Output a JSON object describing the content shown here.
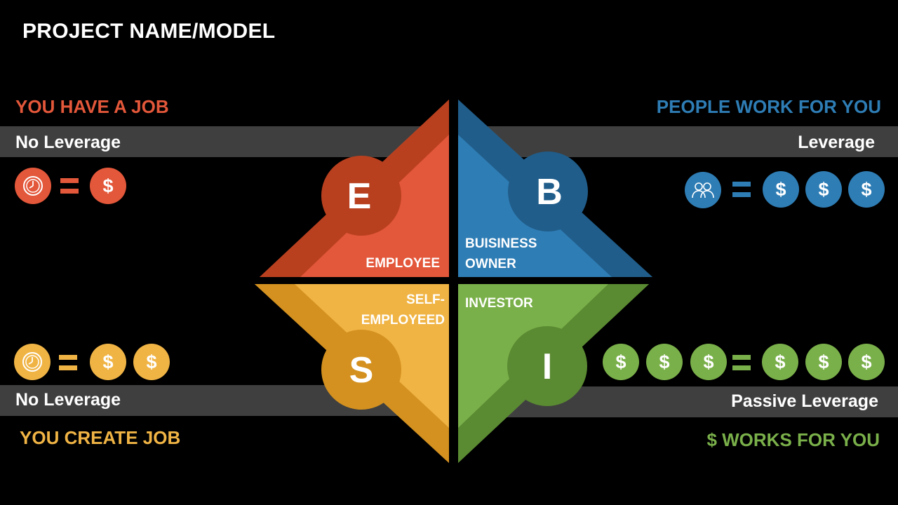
{
  "title": "PROJECT NAME/MODEL",
  "quadrants": {
    "e": {
      "letter": "E",
      "label": "EMPLOYEE",
      "heading": "YOU HAVE A JOB",
      "leverage": "No Leverage",
      "color": "#e3573a"
    },
    "b": {
      "letter": "B",
      "label_line1": "BUISINESS",
      "label_line2": "OWNER",
      "heading": "PEOPLE WORK FOR YOU",
      "leverage": "Leverage",
      "color": "#2e7db5"
    },
    "s": {
      "letter": "S",
      "label_line1": "SELF-",
      "label_line2": "EMPLOYEED",
      "heading": "YOU CREATE JOB",
      "leverage": "No Leverage",
      "color": "#f0b445"
    },
    "i": {
      "letter": "I",
      "label": "INVESTOR",
      "heading": "$ WORKS FOR YOU",
      "leverage": "Passive Leverage",
      "color": "#7ab04a"
    }
  },
  "symbols": {
    "dollar": "$"
  },
  "icons": {
    "clock": "clock-icon",
    "people": "people-icon"
  }
}
